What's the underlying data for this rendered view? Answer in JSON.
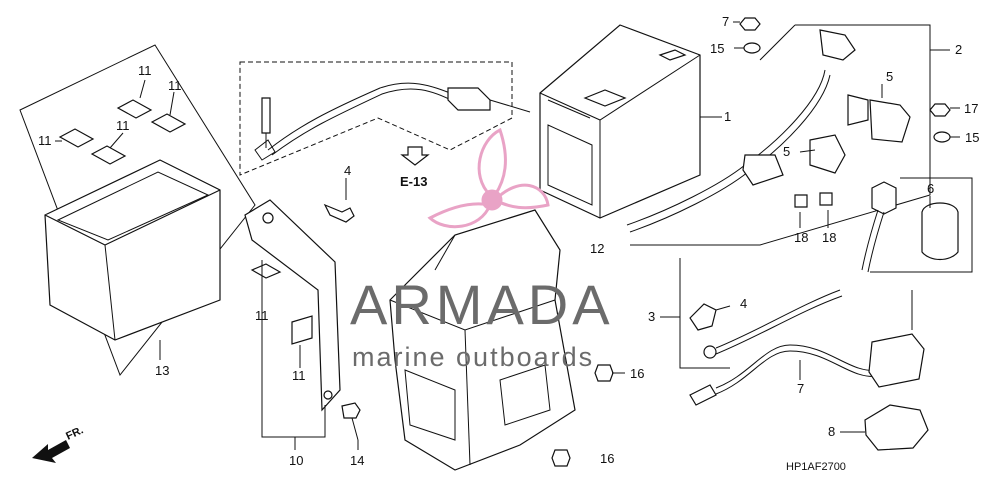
{
  "diagram": {
    "ref_code": "E-13",
    "fr_label": "FR.",
    "code": "HP1AF2700"
  },
  "watermark": {
    "brand": "ARMADA",
    "tagline": "marine outboards",
    "color": "#e9a3c6"
  },
  "callouts": [
    "1",
    "2",
    "3",
    "4",
    "4",
    "5",
    "5",
    "6",
    "7",
    "7",
    "8",
    "10",
    "11",
    "11",
    "11",
    "11",
    "11",
    "11",
    "12",
    "13",
    "14",
    "15",
    "15",
    "16",
    "16",
    "17",
    "18",
    "18"
  ]
}
